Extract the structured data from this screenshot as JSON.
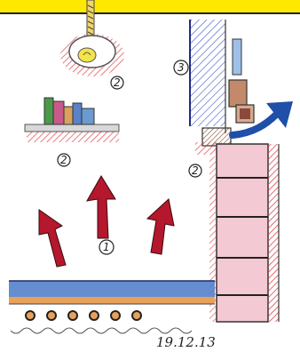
{
  "labels": {
    "lamp": "2",
    "shelf": "2",
    "window_wall": "3",
    "window_ledge": "2",
    "heat_flow": "1"
  },
  "signature": "19.12.13",
  "colors": {
    "banner": "#ffe800",
    "arrow_red": "#b5172c",
    "arrow_blue": "#1f4fa8",
    "hatch_red": "#e0303a",
    "hatch_blue": "#3b4fc4",
    "wall_pink": "#f3c9d4",
    "floor_blue": "#4a79c8",
    "floor_orange": "#e8a05a"
  },
  "icons": [
    "ceiling-lamp-icon",
    "bookshelf-icon",
    "window-icon",
    "radiator-icon",
    "heat-arrow-icon"
  ]
}
